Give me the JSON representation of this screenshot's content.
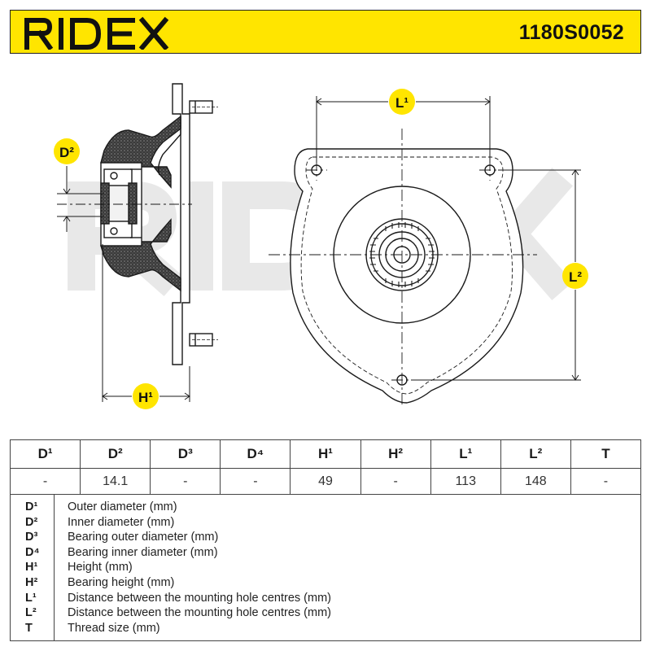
{
  "header": {
    "brand": "RIDEX",
    "part_number": "1180S0052"
  },
  "watermark": "RIDEX",
  "diagram_labels": {
    "d2": "D²",
    "h1": "H¹",
    "l1": "L¹",
    "l2": "L²"
  },
  "spec_table": {
    "headers": [
      "D¹",
      "D²",
      "D³",
      "D⁴",
      "H¹",
      "H²",
      "L¹",
      "L²",
      "T"
    ],
    "values": [
      "-",
      "14.1",
      "-",
      "-",
      "49",
      "-",
      "113",
      "148",
      "-"
    ]
  },
  "legend": [
    {
      "symbol": "D¹",
      "description": "Outer diameter (mm)"
    },
    {
      "symbol": "D²",
      "description": "Inner diameter (mm)"
    },
    {
      "symbol": "D³",
      "description": "Bearing outer diameter (mm)"
    },
    {
      "symbol": "D⁴",
      "description": "Bearing inner diameter (mm)"
    },
    {
      "symbol": "H¹",
      "description": "Height (mm)"
    },
    {
      "symbol": "H²",
      "description": "Bearing height (mm)"
    },
    {
      "symbol": "L¹",
      "description": "Distance between the mounting hole centres (mm)"
    },
    {
      "symbol": "L²",
      "description": "Distance between the mounting hole centres (mm)"
    },
    {
      "symbol": "T",
      "description": "Thread size (mm)"
    }
  ],
  "colors": {
    "brand_yellow": "#ffe500",
    "line": "#1a1a1a",
    "watermark": "#e6e6e6"
  }
}
